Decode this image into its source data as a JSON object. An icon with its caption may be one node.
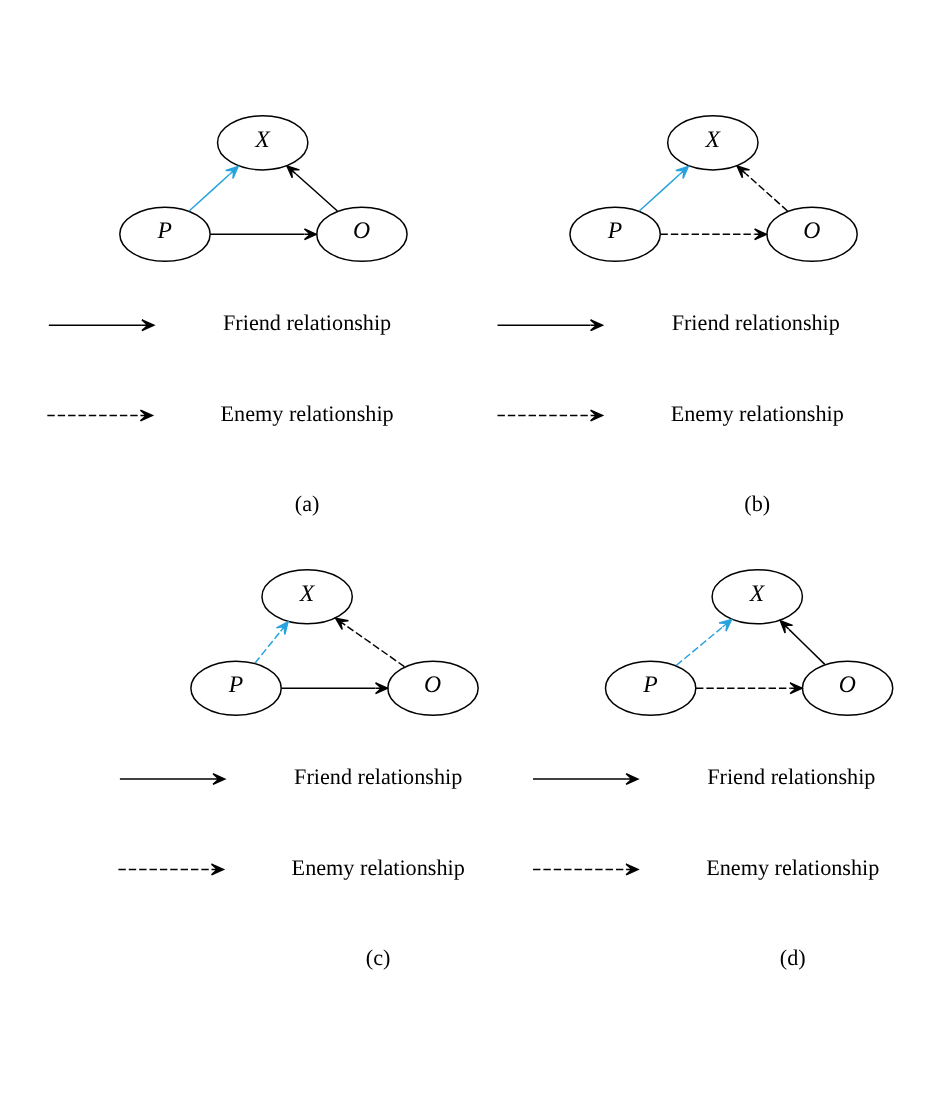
{
  "diagram": {
    "nodes": [
      {
        "text": [
          "X"
        ]
      },
      {
        "text": [
          "P"
        ]
      },
      {
        "text": [
          "O"
        ]
      },
      {
        "text": [
          "X"
        ]
      },
      {
        "text": [
          "P"
        ]
      },
      {
        "text": [
          "O"
        ]
      },
      {
        "text": [
          "X"
        ]
      },
      {
        "text": [
          "P"
        ]
      },
      {
        "text": [
          "O"
        ]
      },
      {
        "text": [
          "X"
        ]
      },
      {
        "text": [
          "P"
        ]
      },
      {
        "text": [
          "O"
        ]
      }
    ],
    "edges": [
      {
        "from": 1,
        "to": 0,
        "arrow": "to",
        "color": "#29a3dd"
      },
      {
        "from": 1,
        "to": 2,
        "arrow": "to"
      },
      {
        "from": 2,
        "to": 0,
        "arrow": "to"
      },
      {
        "from": 4,
        "to": 3,
        "arrow": "to",
        "color": "#29a3dd"
      },
      {
        "from": 4,
        "to": 5,
        "arrow": "to",
        "style": "dashed"
      },
      {
        "from": 5,
        "to": 3,
        "arrow": "to",
        "style": "dashed"
      },
      {
        "from": 7,
        "to": 6,
        "arrow": "to",
        "color": "#29a3dd",
        "style": "dashed"
      },
      {
        "from": 7,
        "to": 8,
        "arrow": "to"
      },
      {
        "from": 8,
        "to": 6,
        "arrow": "to",
        "style": "dashed"
      },
      {
        "from": 10,
        "to": 9,
        "arrow": "to",
        "color": "#29a3dd",
        "style": "dashed"
      },
      {
        "from": 10,
        "to": 11,
        "arrow": "to",
        "style": "dashed"
      },
      {
        "from": 11,
        "to": 9,
        "arrow": "to"
      }
    ],
    "labels": [
      "(a)",
      "(b)",
      "(c)",
      "(d)"
    ],
    "legend": [
      {
        "text": "Friend relationship"
      },
      {
        "text": "Enemy relationship"
      },
      {
        "text": "Friend relationship"
      },
      {
        "text": "Enemy relationship"
      },
      {
        "text": "Friend relationship"
      },
      {
        "text": "Enemy relationship"
      },
      {
        "text": "Friend relationship"
      },
      {
        "text": "Enemy relationship"
      }
    ]
  }
}
